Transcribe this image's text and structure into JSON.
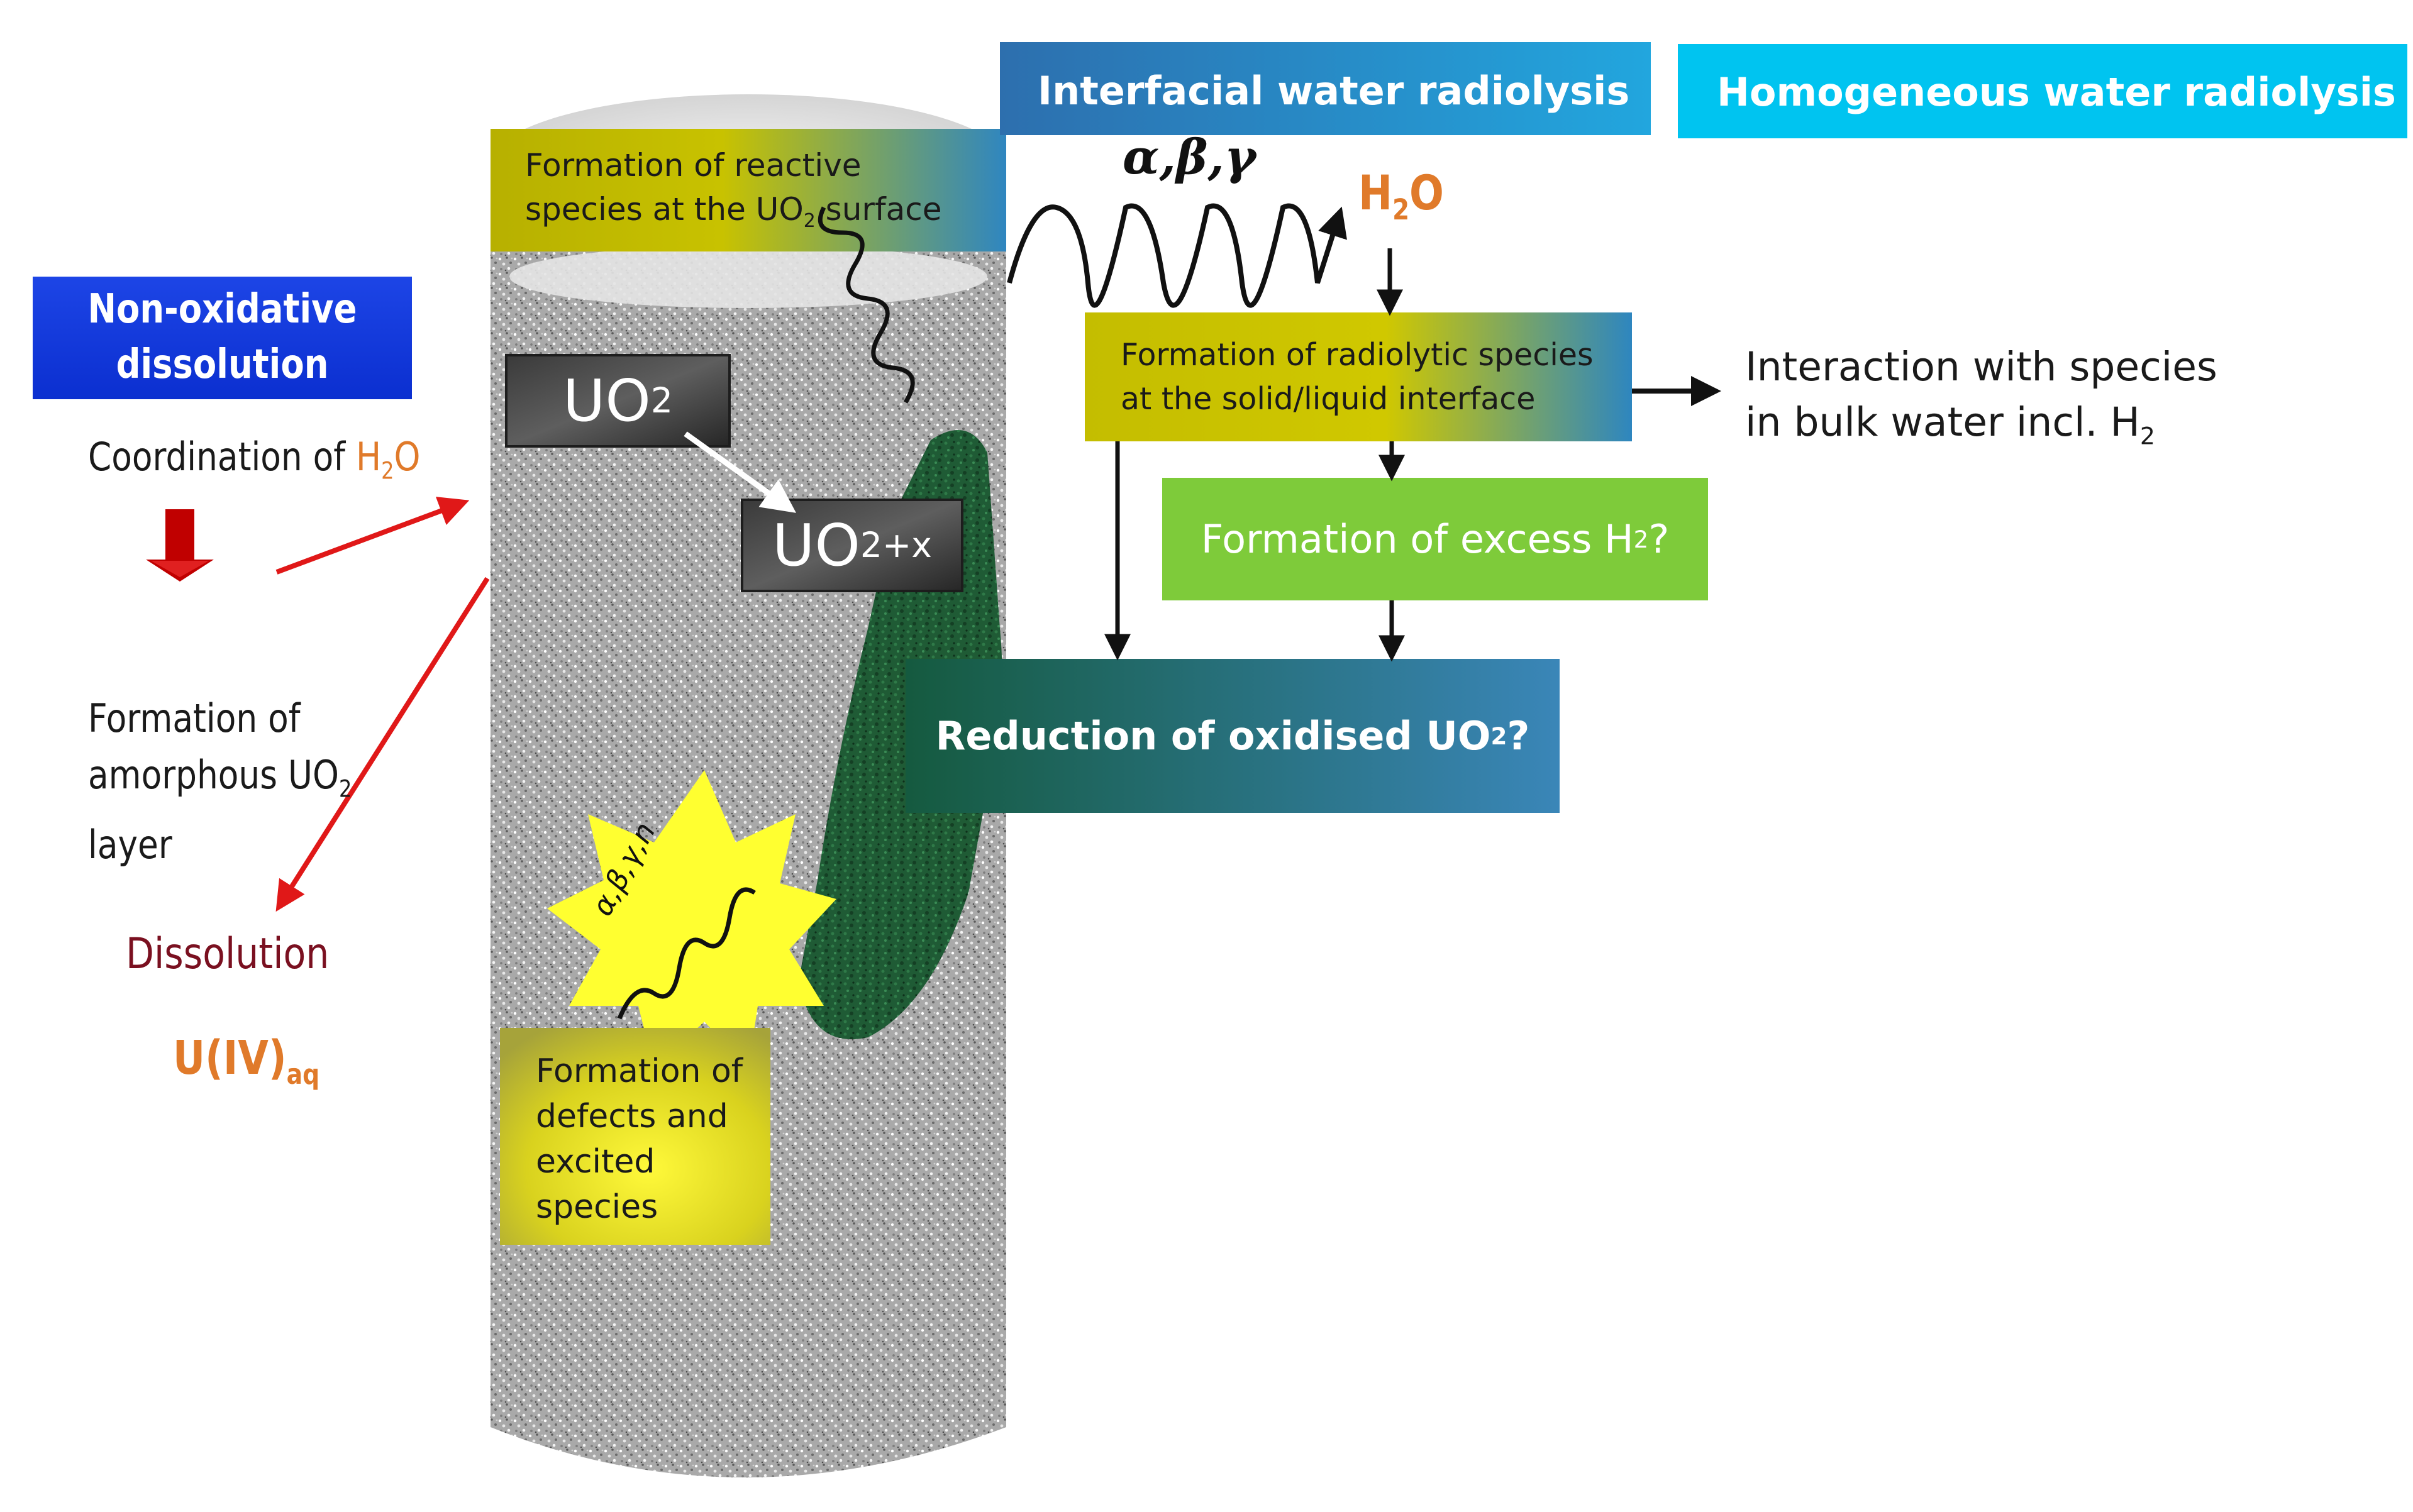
{
  "colors": {
    "header_interfacial": "#2f8fbf",
    "header_homogeneous": "#00c4f0",
    "non_oxidative_bg": "#1a3fe0",
    "green_box": "#7ecb3a",
    "teal_box": "#1f6a55",
    "dark_red": "#7a1020",
    "orange": "#e07a2a",
    "arrow_red": "#e01818",
    "yellow_burst": "#ffff30"
  },
  "headers": {
    "interfacial": "Interfacial water radiolysis",
    "homogeneous": "Homogeneous water radiolysis"
  },
  "left": {
    "non_oxidative_line1": "Non-oxidative",
    "non_oxidative_line2": "dissolution",
    "coordination_prefix": "Coordination of ",
    "coordination_species": "H",
    "coordination_sub": "2",
    "coordination_tail": "O",
    "amorphous_line1": "Formation of",
    "amorphous_line2": "amorphous UO",
    "amorphous_sub": "2",
    "amorphous_line3": "layer",
    "dissolution": "Dissolution",
    "uiv": "U(IV)",
    "uiv_sub": "aq"
  },
  "cylinder": {
    "reactive_line1": "Formation of reactive",
    "reactive_line2a": "species at the UO",
    "reactive_sub": "2",
    "reactive_line2b": " surface",
    "uo2": "UO",
    "uo2_sub": "2",
    "uo2x": "UO",
    "uo2x_sub": "2+x",
    "burst_label": "α,β,γ,n",
    "defects_line1": "Formation of",
    "defects_line2": "defects and",
    "defects_line3": "excited",
    "defects_line4": "species"
  },
  "right": {
    "radiation_label": "α,β,γ",
    "h2o_main": "H",
    "h2o_sub": "2",
    "h2o_tail": "O",
    "radiolytic_line1": "Formation of radiolytic species",
    "radiolytic_line2": "at the solid/liquid interface",
    "interaction_line1": "Interaction with species",
    "interaction_line2": "in bulk water incl. H",
    "interaction_sub": "2",
    "excess_prefix": "Formation of excess H",
    "excess_sub": "2",
    "excess_tail": "?",
    "reduction_prefix": "Reduction of oxidised UO",
    "reduction_sub": "2",
    "reduction_tail": " ?"
  }
}
